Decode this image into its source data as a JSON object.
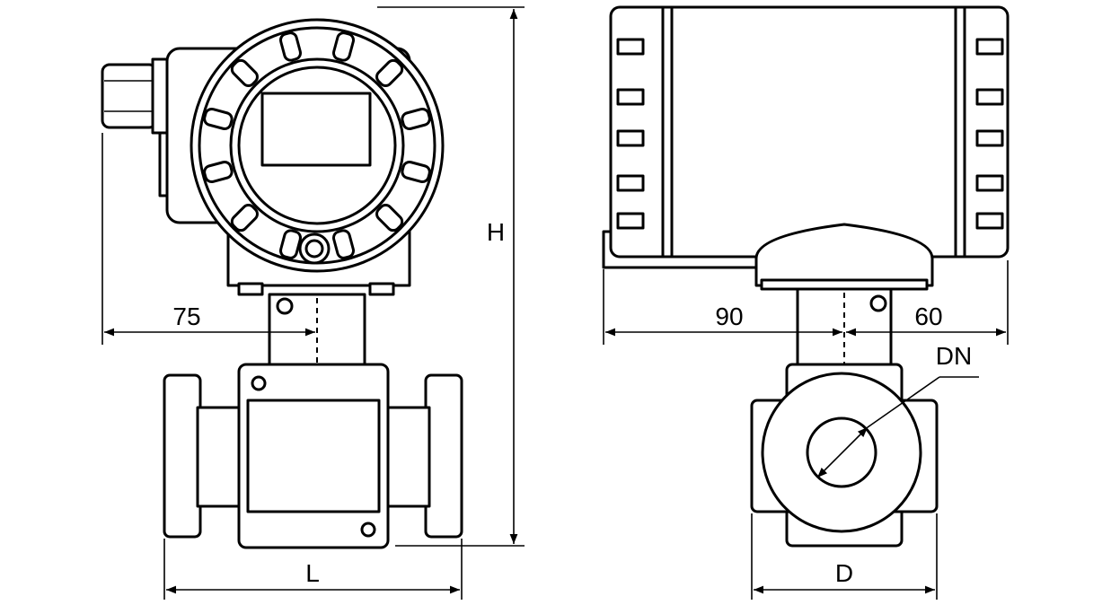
{
  "labels": {
    "height": "H",
    "offset_left": "75",
    "length": "L",
    "offset_right_1": "90",
    "offset_right_2": "60",
    "nominal_diameter": "DN",
    "diameter": "D"
  },
  "colors": {
    "line": "#000000",
    "background": "#ffffff"
  }
}
